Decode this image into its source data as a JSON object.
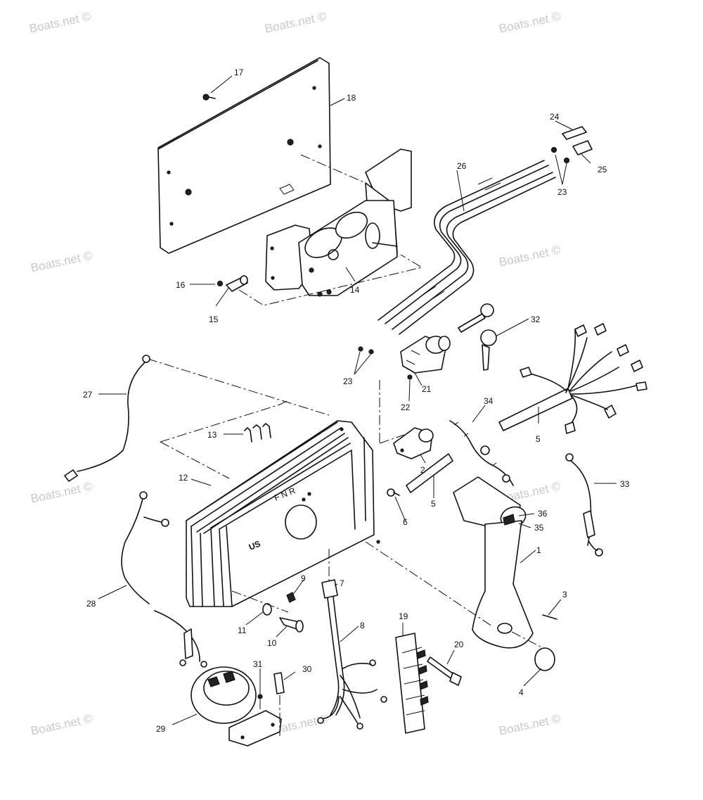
{
  "watermark": "Boats.net ©",
  "engraving": {
    "model": "US",
    "gears": "F N R"
  },
  "callouts": [
    "17",
    "18",
    "24",
    "25",
    "26",
    "23",
    "16",
    "15",
    "14",
    "32",
    "23",
    "21",
    "22",
    "27",
    "13",
    "34",
    "5",
    "12",
    "2",
    "5",
    "33",
    "6",
    "36",
    "35",
    "1",
    "28",
    "9",
    "7",
    "11",
    "10",
    "8",
    "19",
    "3",
    "20",
    "31",
    "30",
    "29",
    "4"
  ]
}
